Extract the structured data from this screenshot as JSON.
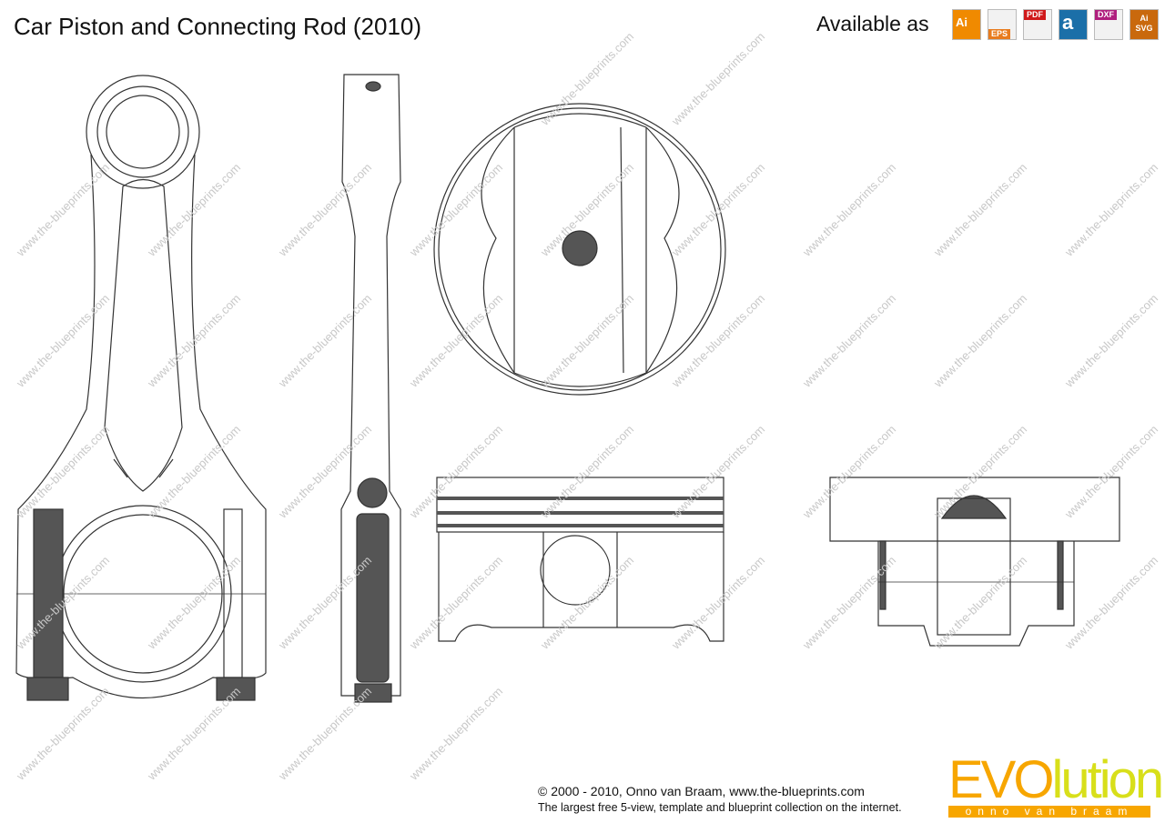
{
  "title": "Car Piston and Connecting Rod (2010)",
  "available_as": "Available as",
  "formats": [
    {
      "name": "ai",
      "label": "Ai",
      "color": "#f08a00"
    },
    {
      "name": "eps",
      "label": "EPS",
      "color": "#e87b1e"
    },
    {
      "name": "pdf",
      "label": "PDF",
      "color": "#d0191b"
    },
    {
      "name": "a",
      "label": "a",
      "color": "#1b6fa8"
    },
    {
      "name": "dxf",
      "label": "DXF",
      "color": "#b01f7e"
    },
    {
      "name": "svg",
      "label": "Ai SVG",
      "color": "#c9690d"
    }
  ],
  "watermark": "www.the-blueprints.com",
  "footer": {
    "copyright": "© 2000 - 2010, Onno van Braam,  www.the-blueprints.com",
    "tagline": "The largest free 5-view, template and blueprint collection on the internet."
  },
  "logo": {
    "evo": "EVO",
    "lution": "lution",
    "sub": "onno van braam",
    "orange": "#f7a600",
    "yellow": "#d8df1a"
  }
}
